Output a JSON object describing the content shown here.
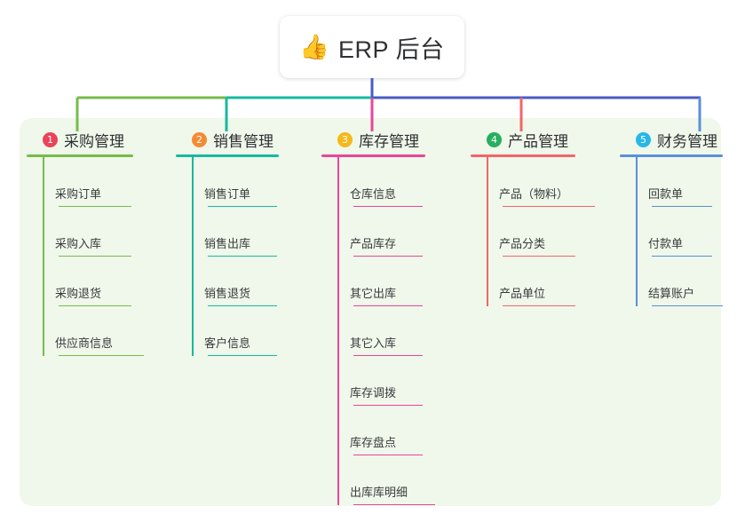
{
  "root": {
    "icon": "thumbs-up-icon",
    "icon_glyph": "👍",
    "title": "ERP 后台"
  },
  "panel": {
    "background": "#eff8ea"
  },
  "connectors": {
    "stem_color": "#4a5bc4",
    "trunk_colors": [
      "#76bc49",
      "#17b9a0",
      "#4a5bc4"
    ]
  },
  "columns": [
    {
      "number": "1",
      "title": "采购管理",
      "badge_color": "#e8445a",
      "line_color": "#76bc49",
      "drop_color": "#76bc49",
      "items": [
        {
          "label": "采购订单"
        },
        {
          "label": "采购入库"
        },
        {
          "label": "采购退货"
        },
        {
          "label": "供应商信息"
        }
      ]
    },
    {
      "number": "2",
      "title": "销售管理",
      "badge_color": "#f58a34",
      "line_color": "#17b9a0",
      "drop_color": "#17b9a0",
      "items": [
        {
          "label": "销售订单"
        },
        {
          "label": "销售出库"
        },
        {
          "label": "销售退货"
        },
        {
          "label": "客户信息"
        }
      ]
    },
    {
      "number": "3",
      "title": "库存管理",
      "badge_color": "#f5b91b",
      "line_color": "#ea459a",
      "drop_color": "#ea459a",
      "items": [
        {
          "label": "仓库信息"
        },
        {
          "label": "产品库存"
        },
        {
          "label": "其它出库"
        },
        {
          "label": "其它入库"
        },
        {
          "label": "库存调拨"
        },
        {
          "label": "库存盘点"
        },
        {
          "label": "出库库明细"
        }
      ]
    },
    {
      "number": "4",
      "title": "产品管理",
      "badge_color": "#27ae5f",
      "line_color": "#f4646a",
      "drop_color": "#f4646a",
      "items": [
        {
          "label": "产品（物料）"
        },
        {
          "label": "产品分类"
        },
        {
          "label": "产品单位"
        }
      ]
    },
    {
      "number": "5",
      "title": "财务管理",
      "badge_color": "#27b7e8",
      "line_color": "#5b8fd9",
      "drop_color": "#5b8fd9",
      "items": [
        {
          "label": "回款单"
        },
        {
          "label": "付款单"
        },
        {
          "label": "结算账户"
        }
      ]
    }
  ]
}
